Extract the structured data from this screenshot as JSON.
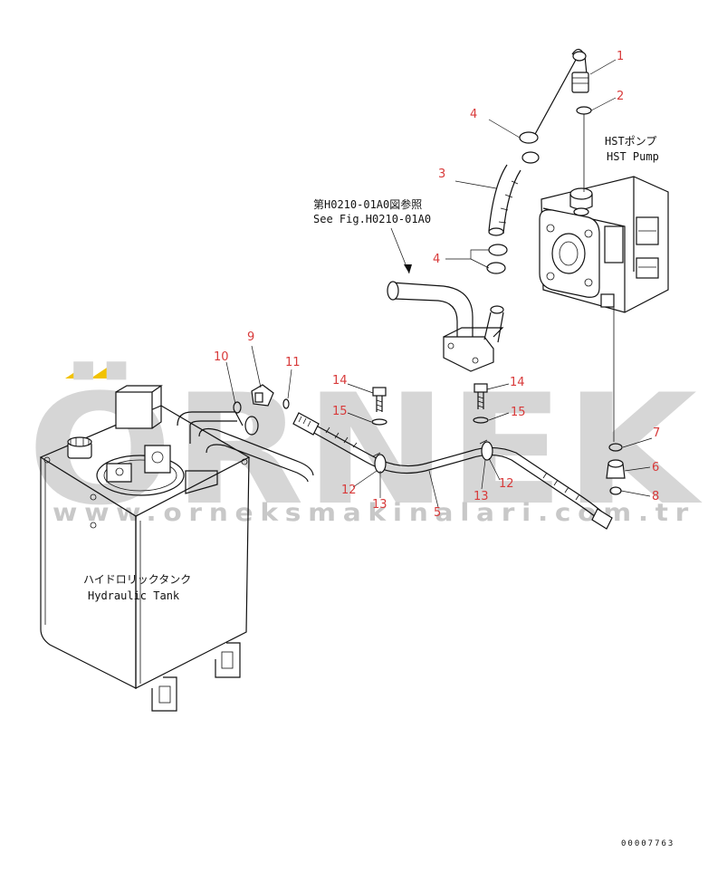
{
  "watermark": {
    "brand": "ÖRNEK",
    "website": "www.orneksmakinalari.com.tr",
    "accent_color": "#f2c200",
    "gray_color": "#d6d6d6"
  },
  "annotations": {
    "hst_pump_jp": "HSTポンプ",
    "hst_pump_en": "HST Pump",
    "see_fig_jp": "第H0210-01A0図参照",
    "see_fig_en": "See Fig.H0210-01A0",
    "tank_jp": "ハイドロリックタンク",
    "tank_en": "Hydraulic Tank"
  },
  "part_numbers": {
    "p1": "1",
    "p2": "2",
    "p3": "3",
    "p4a": "4",
    "p4b": "4",
    "p5": "5",
    "p6": "6",
    "p7": "7",
    "p8": "8",
    "p9": "9",
    "p10": "10",
    "p11": "11",
    "p12a": "12",
    "p12b": "12",
    "p13a": "13",
    "p13b": "13",
    "p14a": "14",
    "p14b": "14",
    "p15a": "15",
    "p15b": "15"
  },
  "drawing_number": "00007763"
}
